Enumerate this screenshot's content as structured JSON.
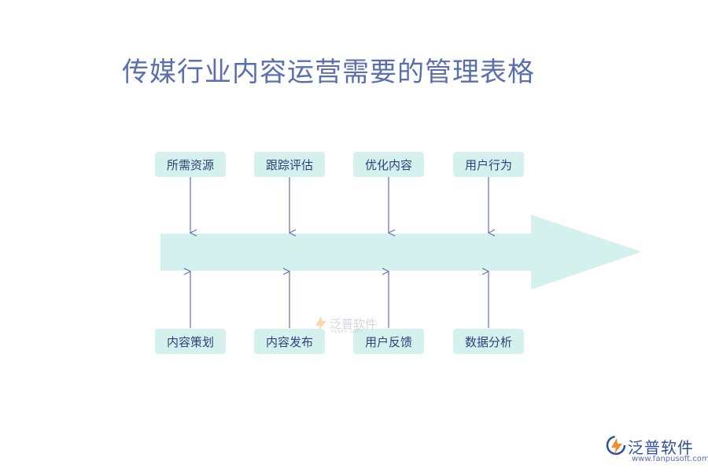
{
  "title": "传媒行业内容运营需要的管理表格",
  "top_items": [
    "所需资源",
    "跟踪评估",
    "优化内容",
    "用户行为"
  ],
  "bottom_items": [
    "内容策划",
    "内容发布",
    "用户反馈",
    "数据分析"
  ],
  "watermark": {
    "text": "泛普软件",
    "sub": "FANPU SOFT"
  },
  "logo": {
    "text": "泛普软件",
    "url": "www.fanpusoft.com"
  },
  "colors": {
    "title": "#5a6fae",
    "box_fill": "#d5f1ee",
    "box_text": "#2f3f78",
    "arrow_fill": "#d5f1ee",
    "connector": "#5f6fb8",
    "logo_orange": "#f28c28",
    "logo_blue": "#2f4f9c"
  }
}
